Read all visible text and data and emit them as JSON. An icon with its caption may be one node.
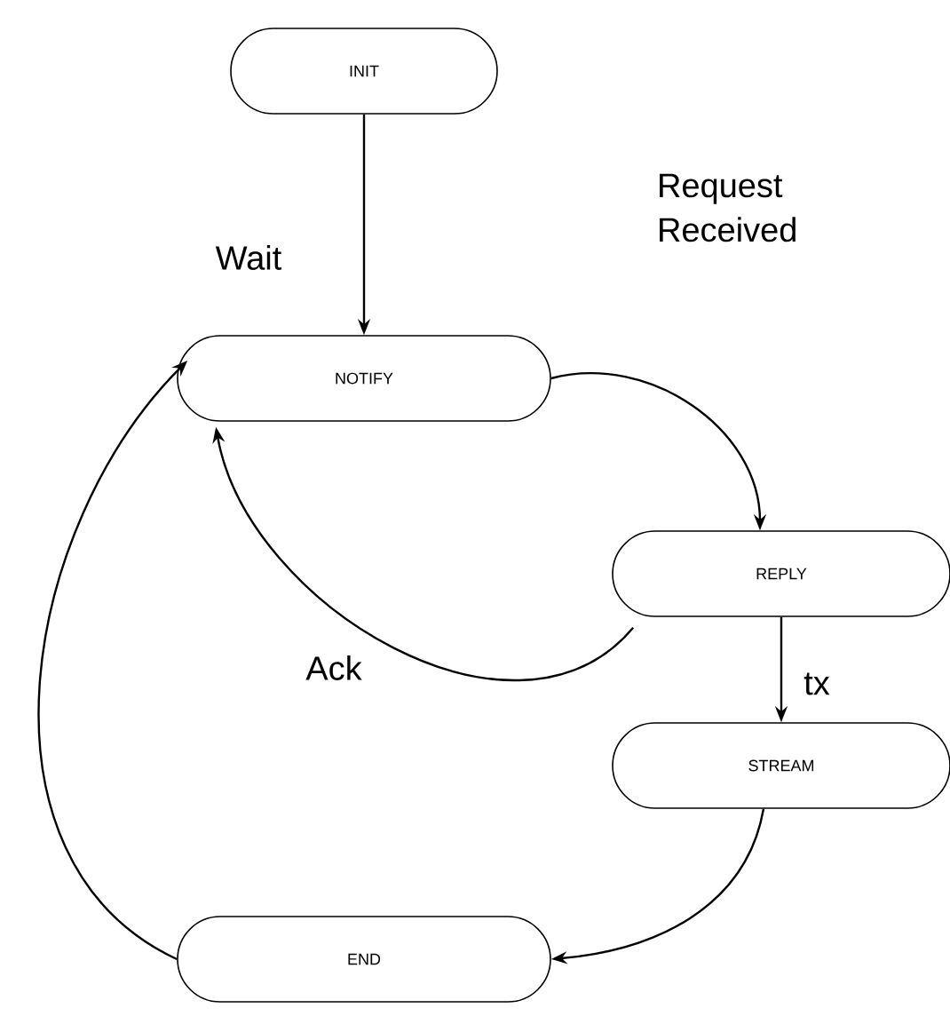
{
  "diagram": {
    "nodes": [
      {
        "text": [
          "INIT"
        ]
      },
      {
        "text": [
          "NOTIFY"
        ]
      },
      {
        "text": [
          "REPLY"
        ]
      },
      {
        "text": [
          "STREAM"
        ]
      },
      {
        "text": [
          "END"
        ]
      }
    ],
    "edges": [
      {
        "from": 0,
        "to": 1,
        "arrow": "to",
        "label": "Wait"
      },
      {
        "from": 1,
        "to": 2,
        "arrow": "to",
        "label": "Request Received"
      },
      {
        "from": 2,
        "to": 1,
        "arrow": "to",
        "label": "Ack"
      },
      {
        "from": 2,
        "to": 3,
        "arrow": "to",
        "label": "tx"
      },
      {
        "from": 3,
        "to": 4,
        "arrow": "to"
      },
      {
        "from": 4,
        "to": 1,
        "arrow": "to"
      }
    ]
  }
}
